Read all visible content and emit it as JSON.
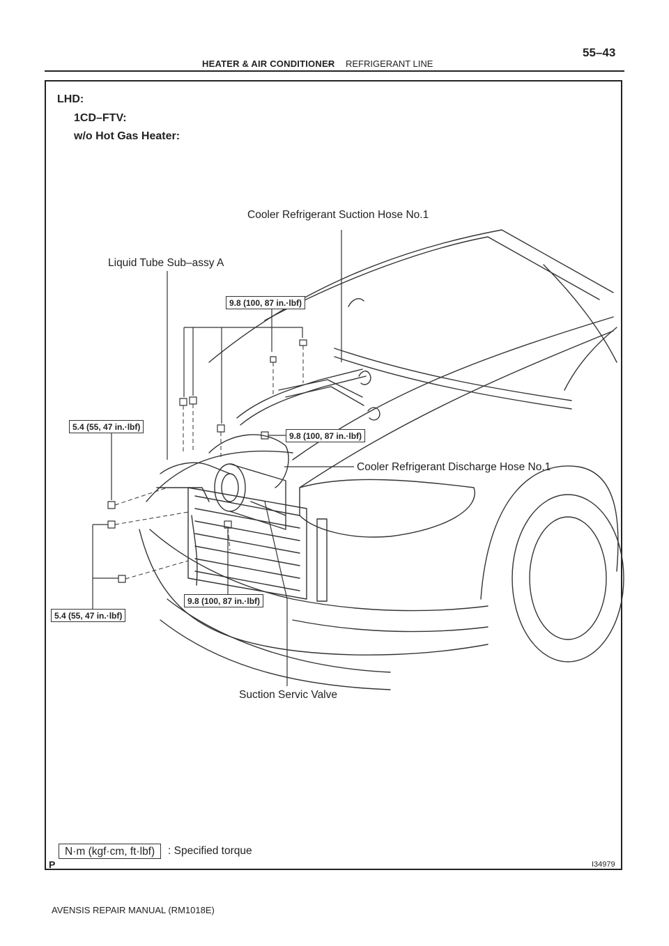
{
  "header": {
    "section": "HEATER & AIR CONDITIONER",
    "separator": "–",
    "subsection": "REFRIGERANT LINE",
    "page_number": "55–43"
  },
  "conditions": {
    "line1": "LHD:",
    "line2": "1CD–FTV:",
    "line3": "w/o Hot Gas Heater:"
  },
  "labels": {
    "suction_hose": "Cooler Refrigerant Suction Hose No.1",
    "liquid_tube": "Liquid Tube Sub–assy A",
    "discharge_hose": "Cooler Refrigerant Discharge Hose No.1",
    "suction_valve": "Suction Servic Valve"
  },
  "torques": {
    "top": "9.8 (100, 87 in.·lbf)",
    "mid_right": "9.8 (100, 87 in.·lbf)",
    "left_upper": "5.4 (55, 47 in.·lbf)",
    "bottom_center": "9.8 (100, 87 in.·lbf)",
    "left_lower": "5.4 (55, 47 in.·lbf)"
  },
  "legend": {
    "units": "N·m (kgf·cm, ft·lbf)",
    "description": ": Specified torque"
  },
  "figure": {
    "mark": "P",
    "id": "I34979"
  },
  "footer": "AVENSIS REPAIR MANUAL   (RM1018E)"
}
